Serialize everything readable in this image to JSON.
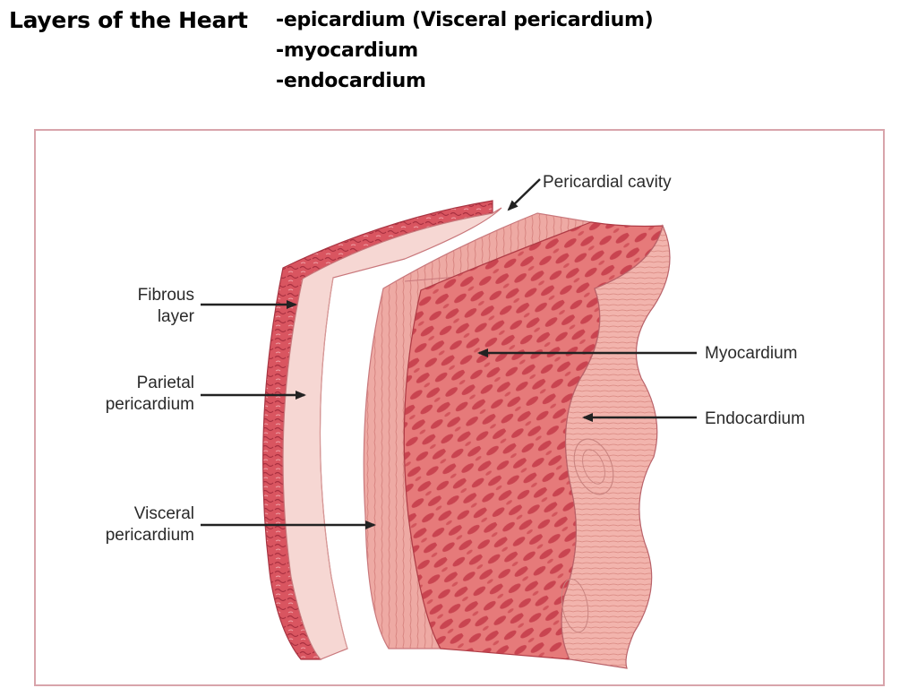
{
  "slide": {
    "title": "Layers of the Heart",
    "layers": [
      "-epicardium (Visceral pericardium)",
      "-myocardium",
      "-endocardium"
    ]
  },
  "diagram": {
    "labels": {
      "pericardial_cavity": "Pericardial cavity",
      "fibrous_line1": "Fibrous",
      "fibrous_line2": "layer",
      "parietal_line1": "Parietal",
      "parietal_line2": "pericardium",
      "visceral_line1": "Visceral",
      "visceral_line2": "pericardium",
      "myocardium": "Myocardium",
      "endocardium": "Endocardium"
    },
    "colors": {
      "fibrous": "#d95560",
      "parietal": "#f6d7d3",
      "visceral": "#eeaaa4",
      "myocardium": "#e56a6c",
      "myocardium_dark": "#c94450",
      "endocardium": "#f2b4ad",
      "frame": "#d8a4ab",
      "arrow": "#222222"
    }
  }
}
